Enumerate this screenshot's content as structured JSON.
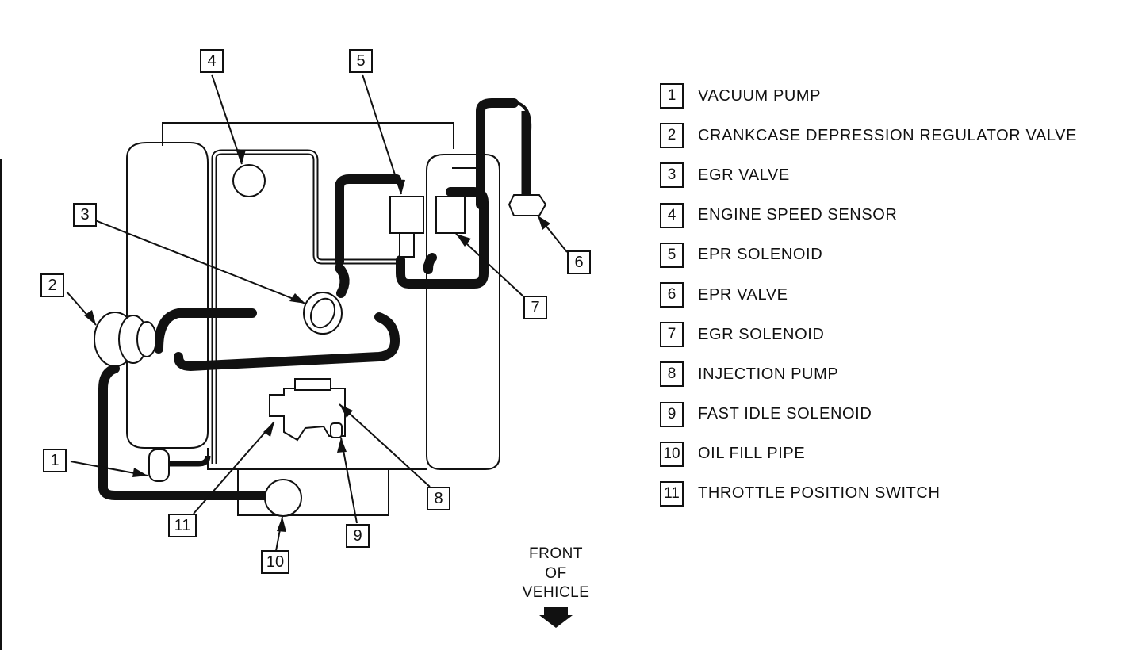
{
  "callouts": [
    "1",
    "2",
    "3",
    "4",
    "5",
    "6",
    "7",
    "8",
    "9",
    "10",
    "11"
  ],
  "legend": [
    {
      "num": "1",
      "label": "VACUUM PUMP"
    },
    {
      "num": "2",
      "label": "CRANKCASE DEPRESSION REGULATOR VALVE"
    },
    {
      "num": "3",
      "label": "EGR VALVE"
    },
    {
      "num": "4",
      "label": "ENGINE SPEED SENSOR"
    },
    {
      "num": "5",
      "label": "EPR SOLENOID"
    },
    {
      "num": "6",
      "label": "EPR VALVE"
    },
    {
      "num": "7",
      "label": "EGR SOLENOID"
    },
    {
      "num": "8",
      "label": "INJECTION PUMP"
    },
    {
      "num": "9",
      "label": "FAST IDLE SOLENOID"
    },
    {
      "num": "10",
      "label": "OIL FILL PIPE"
    },
    {
      "num": "11",
      "label": "THROTTLE POSITION SWITCH"
    }
  ],
  "front": {
    "line1": "FRONT",
    "line2": "OF",
    "line3": "VEHICLE"
  }
}
